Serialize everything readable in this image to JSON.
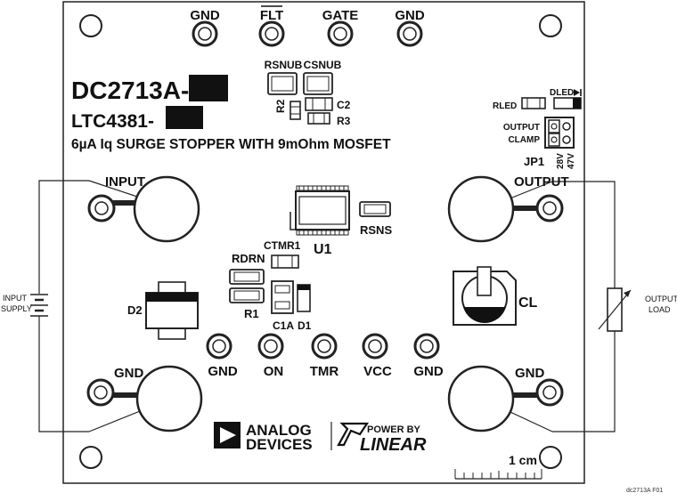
{
  "board": {
    "title_prefix": "DC2713A-",
    "part_prefix": "LTC4381-",
    "description": "6µA Iq SURGE STOPPER WITH 9mOhm MOSFET",
    "scale_label": "1 cm",
    "figure_id": "dc2713A F01"
  },
  "top_pins": {
    "gnd1": "GND",
    "flt": "FLT",
    "gate": "GATE",
    "gnd2": "GND"
  },
  "bottom_pins": {
    "gnd1": "GND",
    "on": "ON",
    "tmr": "TMR",
    "vcc": "VCC",
    "gnd2": "GND"
  },
  "terminals": {
    "input": "INPUT",
    "output": "OUTPUT",
    "gnd_left": "GND",
    "gnd_right": "GND"
  },
  "components": {
    "rsnub": "RSNUB",
    "csnub": "CSNUB",
    "r2": "R2",
    "c2": "C2",
    "r3": "R3",
    "rled": "RLED",
    "dled": "DLED",
    "output_clamp_1": "OUTPUT",
    "output_clamp_2": "CLAMP",
    "jp1": "JP1",
    "v28": "28V",
    "v47": "47V",
    "u1": "U1",
    "rsns": "RSNS",
    "ctmr1": "CTMR1",
    "rdrn": "RDRN",
    "r1": "R1",
    "c1a": "C1A",
    "d1": "D1",
    "d2": "D2",
    "cl": "CL"
  },
  "external": {
    "input_supply_1": "INPUT",
    "input_supply_2": "SUPPLY",
    "output_load_1": "OUTPUT",
    "output_load_2": "LOAD"
  },
  "logos": {
    "adi_line1": "ANALOG",
    "adi_line2": "DEVICES",
    "linear_line1": "POWER BY",
    "linear_line2": "LINEAR"
  },
  "colors": {
    "ink": "#111111",
    "board": "#ffffff"
  }
}
